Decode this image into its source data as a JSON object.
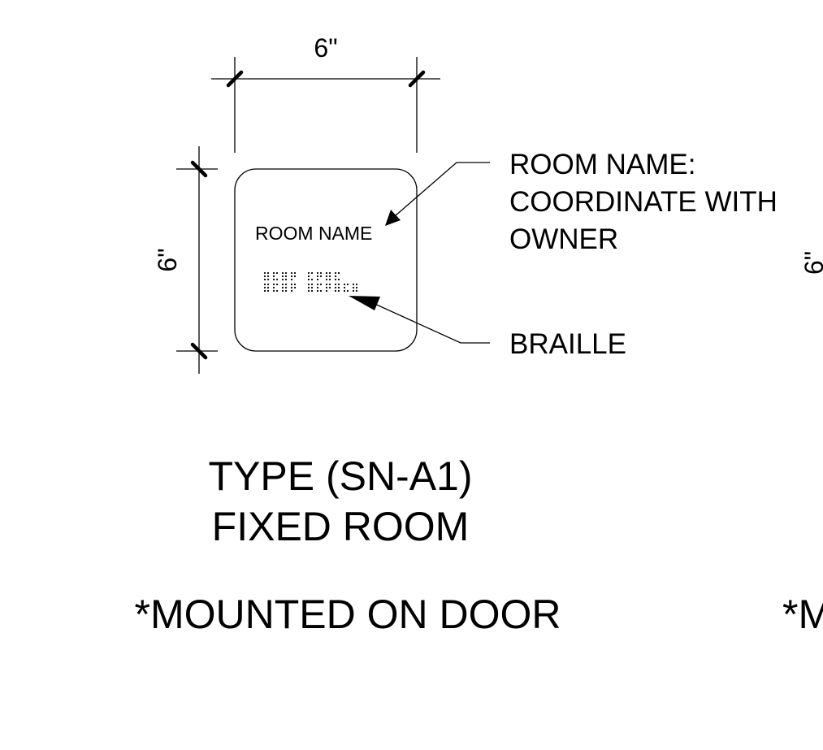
{
  "dimensions": {
    "width_label": "6\"",
    "height_label": "6\""
  },
  "sign": {
    "room_name_text": "ROOM NAME"
  },
  "callouts": {
    "room_name_line1": "ROOM NAME:",
    "room_name_line2": "COORDINATE WITH",
    "room_name_line3": "OWNER",
    "braille": "BRAILLE"
  },
  "caption": {
    "type_line": "TYPE (SN-A1)",
    "name_line": "FIXED ROOM",
    "mounting_note": "*MOUNTED ON DOOR"
  },
  "partial_next_detail": {
    "height_label": "6\"",
    "mounting_note": "*M"
  }
}
